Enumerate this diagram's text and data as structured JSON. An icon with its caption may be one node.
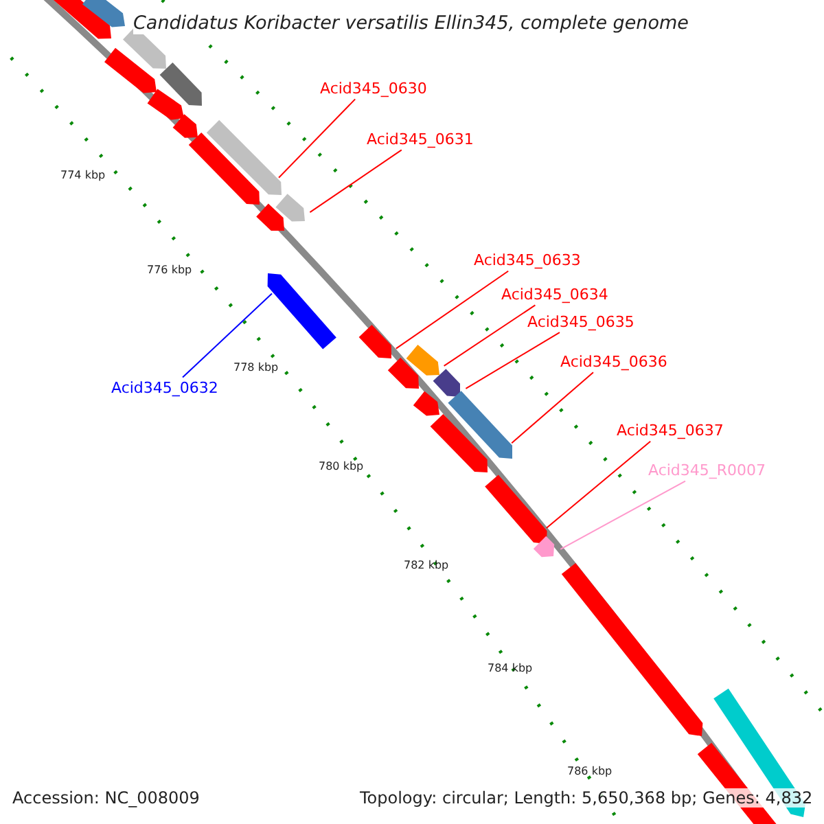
{
  "diagram": {
    "title": "Candidatus Koribacter versatilis Ellin345, complete genome",
    "nodes": [
      {
        "text": [
          "Acid345_0630"
        ]
      },
      {
        "text": [],
        "shape": "bar"
      },
      {
        "text": [
          "Acid345_0631"
        ]
      },
      {
        "text": [],
        "shape": "bar"
      },
      {
        "text": [
          "Acid345_0633"
        ]
      },
      {
        "text": [],
        "shape": "bar"
      },
      {
        "text": [
          "Acid345_0634"
        ]
      },
      {
        "text": [],
        "shape": "bar"
      },
      {
        "text": [
          "Acid345_0635"
        ]
      },
      {
        "text": [],
        "shape": "bar"
      },
      {
        "text": [
          "Acid345_0636"
        ]
      },
      {
        "text": [],
        "shape": "bar"
      },
      {
        "text": [
          "Acid345_0632"
        ]
      },
      {
        "text": [],
        "shape": "bar"
      },
      {
        "text": [
          "Acid345_0637"
        ]
      },
      {
        "text": [],
        "shape": "bar"
      },
      {
        "text": [
          "Acid345_R0007"
        ]
      },
      {
        "text": [],
        "shape": "bar"
      },
      {
        "text": [],
        "shape": "bar"
      },
      {
        "text": [],
        "shape": "bar"
      },
      {
        "text": [],
        "shape": "bar"
      },
      {
        "text": [],
        "shape": "bar"
      },
      {
        "text": [],
        "shape": "bar"
      },
      {
        "text": [],
        "shape": "bar"
      },
      {
        "text": [],
        "shape": "bar"
      },
      {
        "text": [],
        "shape": "bar"
      },
      {
        "text": [],
        "shape": "bar"
      },
      {
        "text": [],
        "shape": "bar"
      },
      {
        "text": [],
        "shape": "bar"
      },
      {
        "text": [],
        "shape": "bar"
      },
      {
        "text": [],
        "shape": "bar"
      },
      {
        "text": [],
        "shape": "bar"
      },
      {
        "text": [],
        "shape": "bar"
      }
    ],
    "edges": [
      {
        "from": 0,
        "to": 1,
        "arrow": "none"
      },
      {
        "from": 2,
        "to": 3,
        "arrow": "none"
      },
      {
        "from": 4,
        "to": 5,
        "arrow": "none"
      },
      {
        "from": 6,
        "to": 7,
        "arrow": "none"
      },
      {
        "from": 8,
        "to": 9,
        "arrow": "none"
      },
      {
        "from": 10,
        "to": 11,
        "arrow": "none"
      },
      {
        "from": 12,
        "to": 13,
        "arrow": "none",
        "color": "#0000ff"
      },
      {
        "from": 14,
        "to": 15,
        "arrow": "none"
      },
      {
        "from": 16,
        "to": 17,
        "arrow": "none",
        "color": "#ff99cc"
      }
    ],
    "labels": [
      "774 kbp",
      "776 kbp",
      "778 kbp",
      "780 kbp",
      "782 kbp",
      "784 kbp",
      "786 kbp",
      "Accession: NC_008009",
      "Topology: circular; Length: 5,650,368 bp; Genes: 4,832"
    ]
  }
}
